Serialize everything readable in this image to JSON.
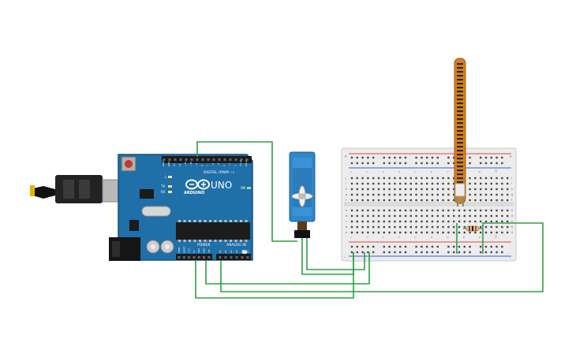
{
  "arduino": {
    "brand": "ARDUINO",
    "model": "UNO",
    "digital_header": "DIGITAL (PWM ~)",
    "power_header": "POWER",
    "analog_header": "ANALOG IN",
    "on_label": "ON",
    "tx_label": "TX",
    "rx_label": "RX",
    "l_label": "L",
    "digital_pins": [
      "AREF",
      "GND",
      "13",
      "12",
      "~11",
      "~10",
      "~9",
      "8",
      "7",
      "~6",
      "~5",
      "4",
      "~3",
      "2",
      "TX→1",
      "RX←0"
    ],
    "power_pins": [
      "IOREF",
      "RESET",
      "3.3V",
      "5V",
      "GND",
      "GND",
      "VIN"
    ],
    "analog_pins": [
      "A0",
      "A1",
      "A2",
      "A3",
      "A4",
      "A5"
    ]
  },
  "breadboard": {
    "column_labels": [
      "1",
      "2",
      "3",
      "4",
      "5",
      "6",
      "7",
      "8",
      "9",
      "10"
    ],
    "row_labels_top": [
      "j",
      "i",
      "h",
      "g",
      "f"
    ],
    "row_labels_bottom": [
      "e",
      "d",
      "c",
      "b",
      "a"
    ],
    "rail_plus": "+",
    "rail_minus": "-"
  },
  "colors": {
    "board": "#1f6fa8",
    "wire": "#2ea043",
    "flex": "#d7811b",
    "breadboard": "#ececec",
    "servo": "#2f86c9"
  }
}
